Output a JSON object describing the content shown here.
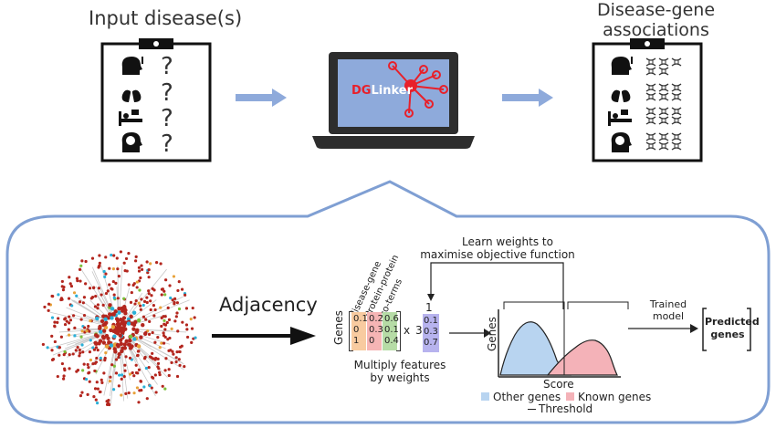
{
  "top": {
    "input_title": "Input disease(s)",
    "output_title_line1": "Disease-gene",
    "output_title_line2": "associations",
    "logo_dg": "DG",
    "logo_linker": "Linker",
    "question_mark": "?"
  },
  "bottom": {
    "adjacency_label": "Adjacency",
    "learn_line1": "Learn weights to",
    "learn_line2": "maximise objective function",
    "genes_label": "Genes",
    "feature_labels": [
      "disease-gene",
      "Protein-protein",
      "go-terms"
    ],
    "matrix_columns": [
      [
        "0.1",
        "0",
        "1"
      ],
      [
        "0.2",
        "0.3",
        "0"
      ],
      [
        "0.6",
        "0.1",
        "0.4"
      ]
    ],
    "times_sign": "x",
    "dim_top": "1",
    "dim_side": "3",
    "weights": [
      "0.1",
      "0.3",
      "0.7"
    ],
    "multiply_line1": "Multiply features",
    "multiply_line2": "by weights",
    "plot_ylabel": "Genes",
    "plot_xlabel": "Score",
    "legend_other": "Other genes",
    "legend_known": "Known genes",
    "legend_threshold": "Threshold",
    "trained_line1": "Trained",
    "trained_line2": "model",
    "predicted_line1": "Predicted",
    "predicted_line2": "genes"
  },
  "colors": {
    "arrow_blue": "#8eaadb",
    "panel_border": "#7f9fd3",
    "screen_blue": "#8eaadb",
    "logo_red": "#e8202a",
    "other_genes": "#b8d4f0",
    "known_genes": "#f4b2b8",
    "col1": "#f8cba0",
    "col2": "#f6b5b5",
    "col3": "#b6dca6",
    "weights": "#b7b3ee"
  }
}
